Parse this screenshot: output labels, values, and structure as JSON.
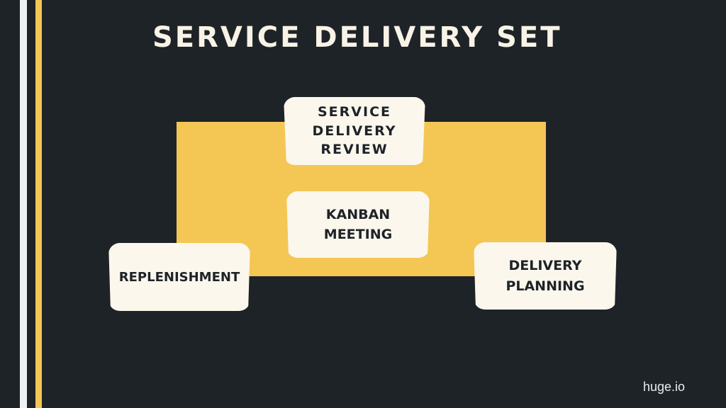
{
  "slide": {
    "title": "SERVICE DELIVERY SET",
    "footer": "huge.io"
  },
  "cards": {
    "review": [
      "SERVICE",
      "DELIVERY",
      "REVIEW"
    ],
    "kanban": [
      "KANBAN",
      "MEETING"
    ],
    "replenishment": [
      "REPLENISHMENT"
    ],
    "planning": [
      "DELIVERY",
      "PLANNING"
    ]
  },
  "colors": {
    "background": "#1e2328",
    "accent_yellow": "#f4c654",
    "card_fill": "#fbf7ec",
    "stripe_white": "#eef1f4"
  }
}
